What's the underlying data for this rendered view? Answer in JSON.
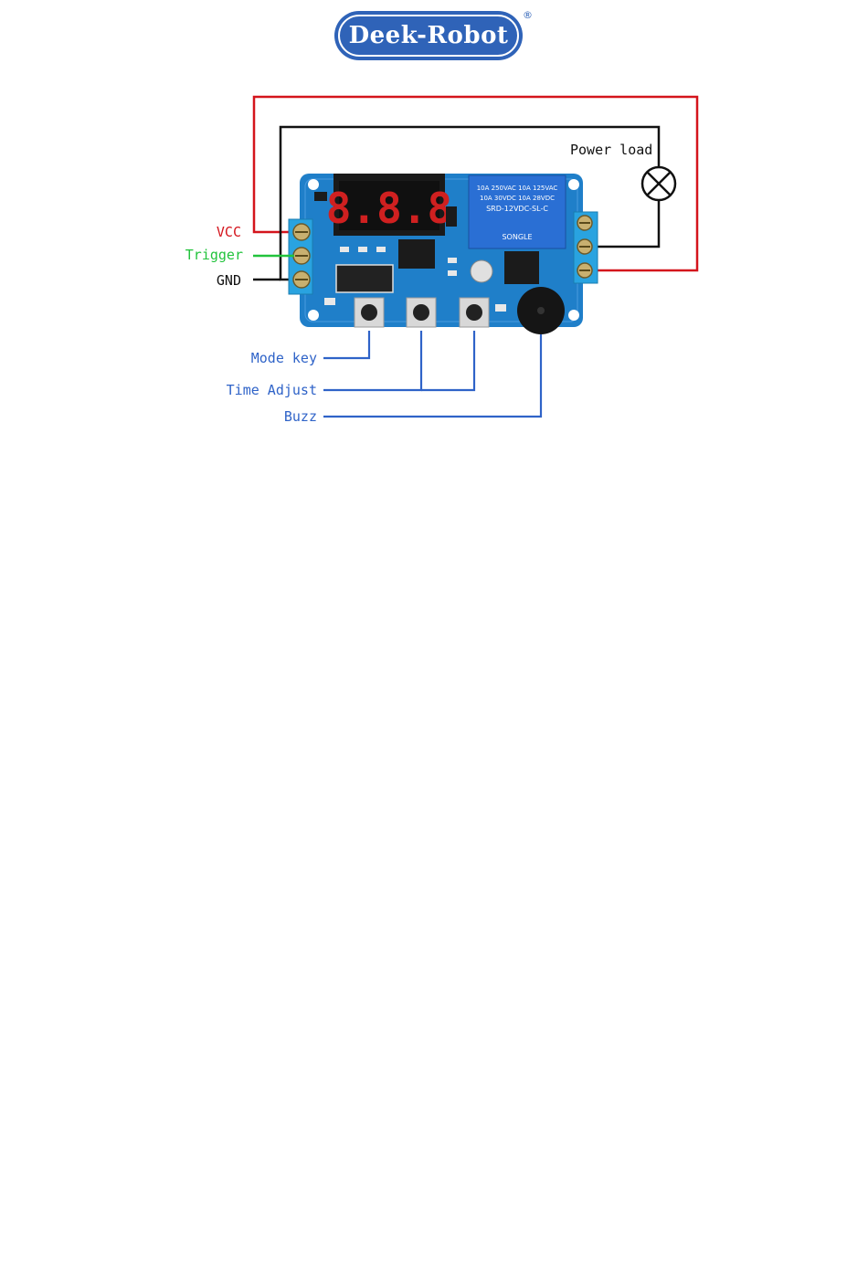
{
  "logo": {
    "text": "Deek-Robot",
    "registered": "®"
  },
  "diagram": {
    "load_label": "Power load",
    "inputs": [
      {
        "label": "VCC",
        "color": "#d4141c"
      },
      {
        "label": "Trigger",
        "color": "#22c33c"
      },
      {
        "label": "GND",
        "color": "#111111"
      }
    ],
    "controls": [
      {
        "label": "Mode key",
        "color": "#2f63c8"
      },
      {
        "label": "Time Adjust",
        "color": "#2f63c8"
      },
      {
        "label": "Buzz",
        "color": "#2f63c8"
      }
    ],
    "display": "8.8.8",
    "relay_text": [
      "10A 250VAC 10A 125VAC",
      "10A 30VDC 10A 28VDC",
      "SRD-12VDC-SL-C",
      "SONGLE"
    ],
    "colors": {
      "pcb": "#1f7fc9",
      "pcb_dark": "#1567a8",
      "red_wire": "#d4141c",
      "black_wire": "#111111",
      "blue_wire": "#2f63c8",
      "green_wire": "#22c33c",
      "relay": "#2a6fd4"
    }
  }
}
